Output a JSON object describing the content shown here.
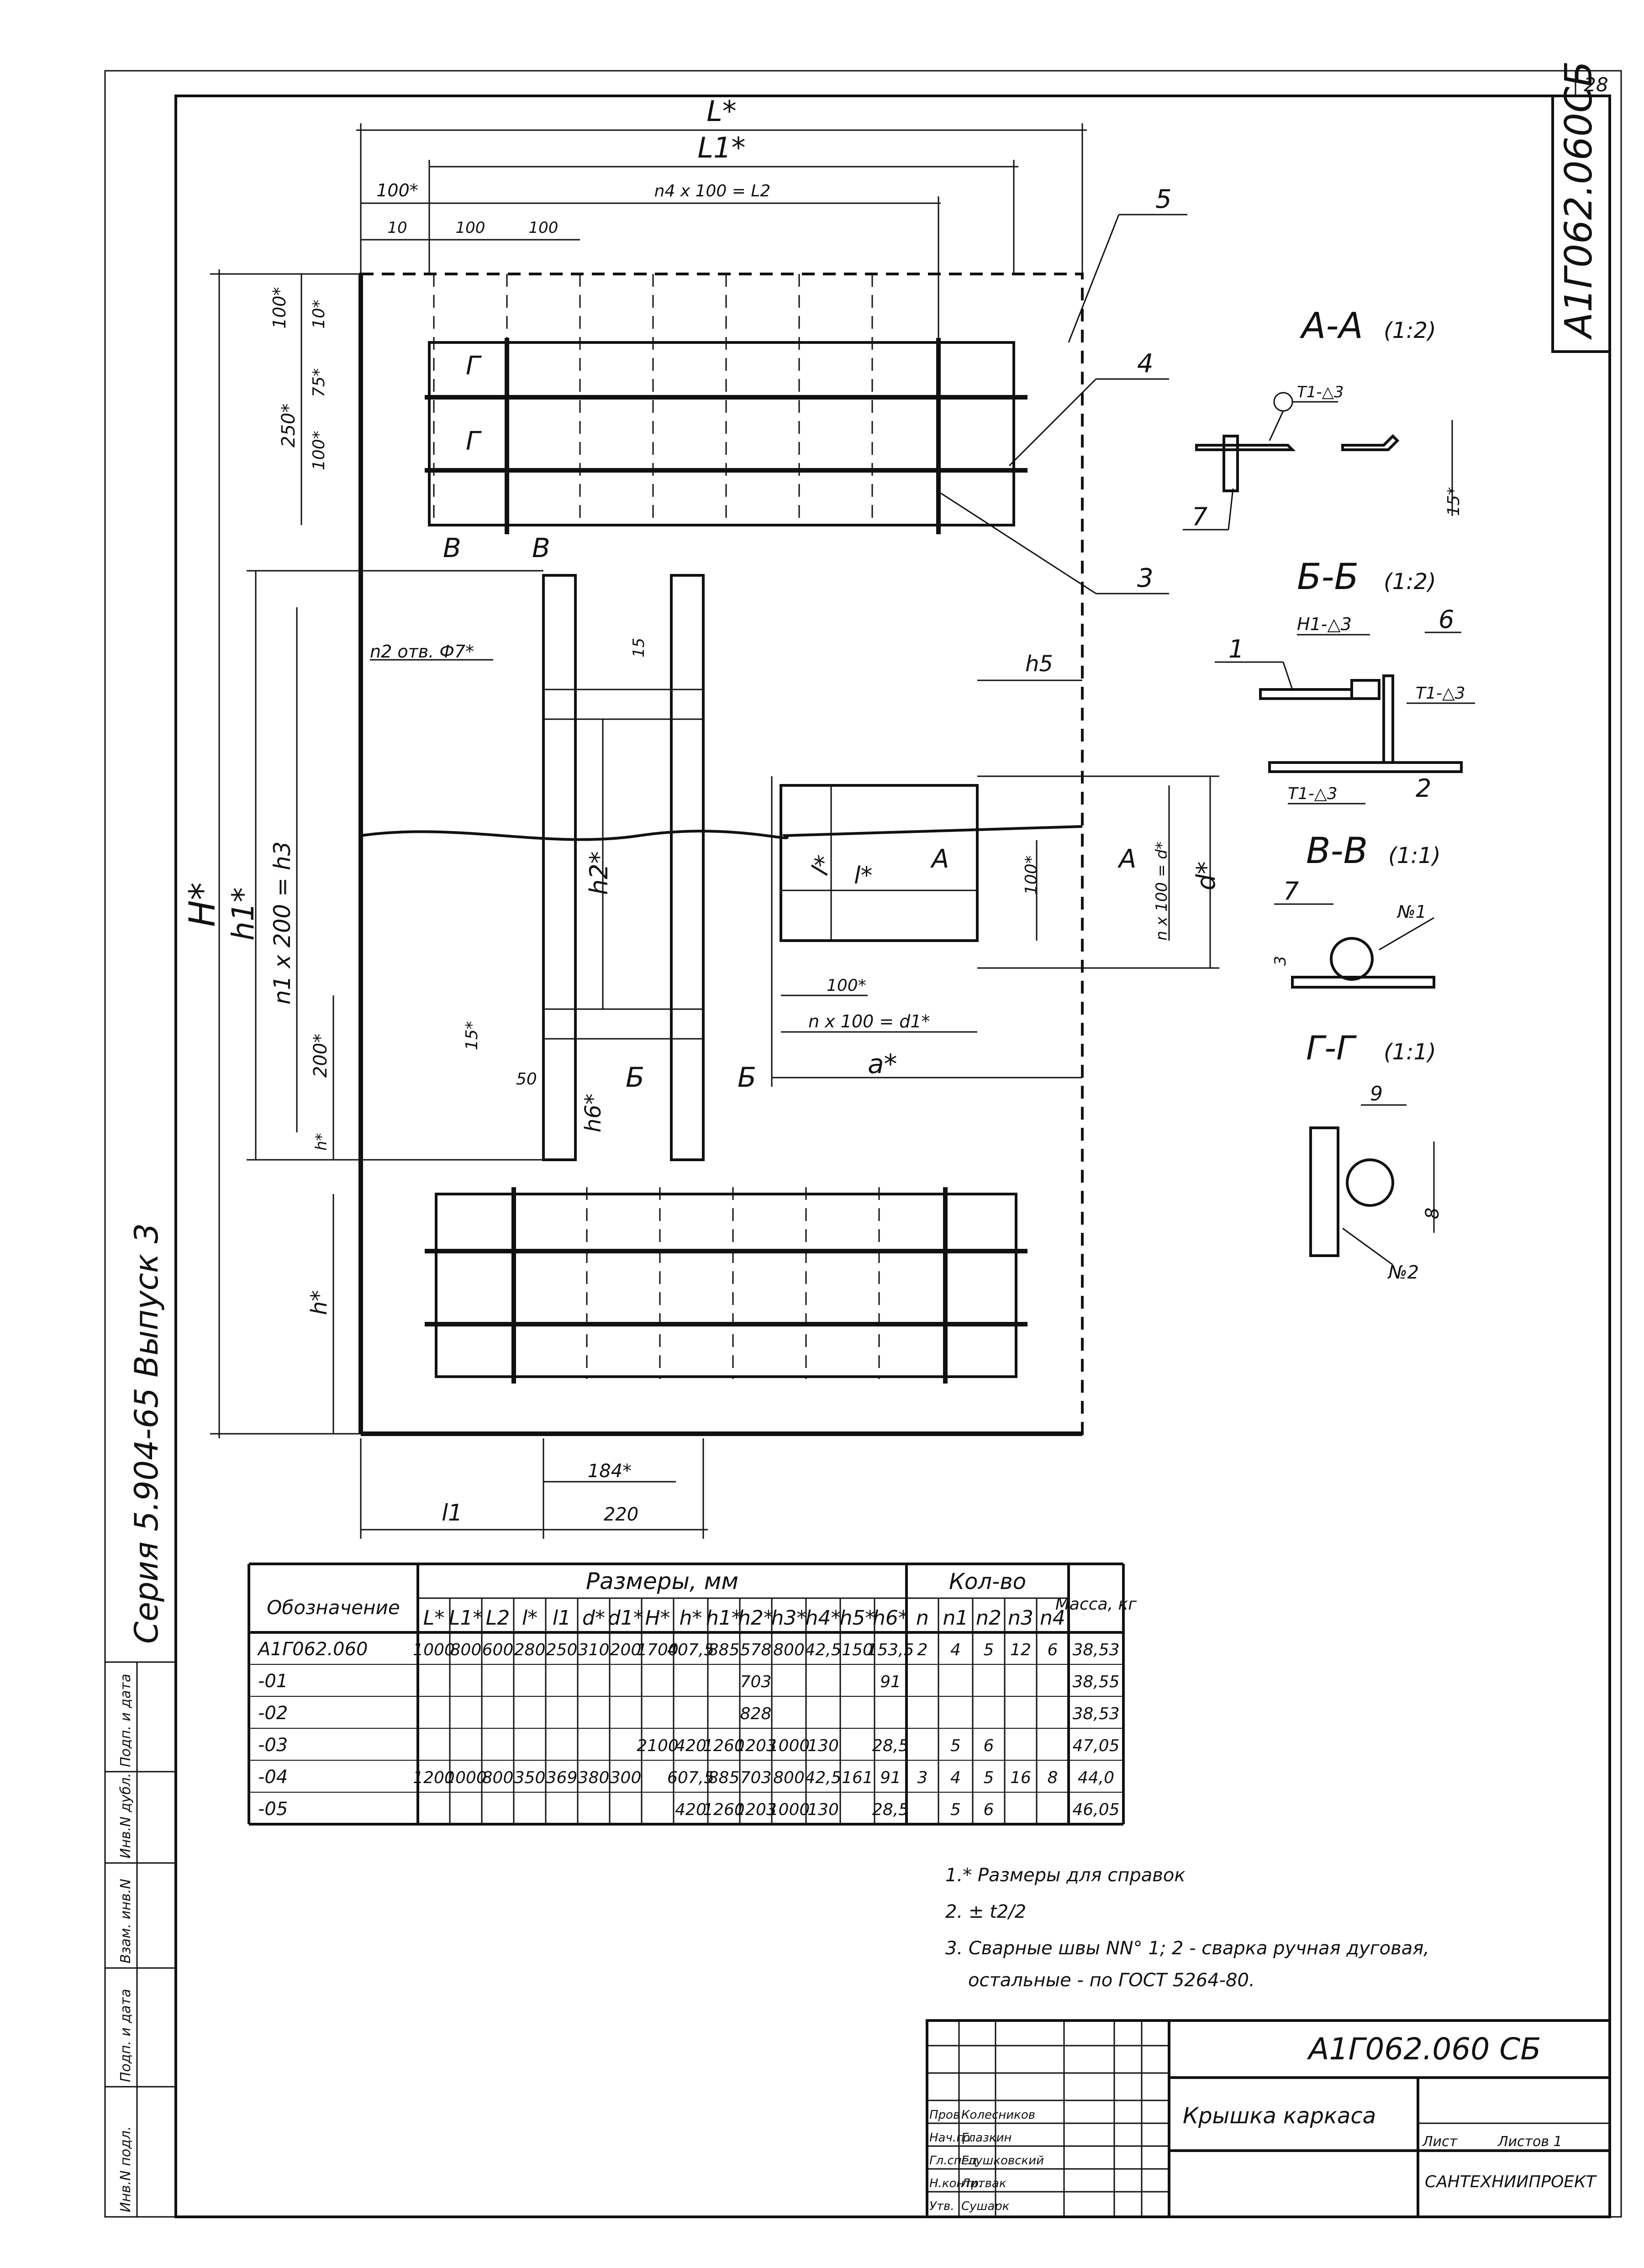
{
  "sheet": {
    "page_number": "28",
    "designation_vertical": "А1Г062.060СБ",
    "series_vertical": "Серия 5.904-65 Выпуск 3"
  },
  "plan": {
    "dims": {
      "L": "L*",
      "L1": "L1*",
      "L2": "n4 x 100 = L2",
      "d100s": "100*",
      "d10": "10",
      "d100a": "100",
      "d100b": "100",
      "H": "H*",
      "h1": "h1*",
      "h3": "n1 x 200 = h3",
      "d250": "250*",
      "d100v": "100*",
      "d10v": "10*",
      "d75v": "75*",
      "d100v2": "100*",
      "holes": "n2 отв. Ф7*",
      "d15": "15",
      "h2": "h2*",
      "h5": "h5",
      "l_star": "l*",
      "l_star2": "l*",
      "d100_small": "100*",
      "n_d": "n x 100 = d*",
      "d_star": "d*",
      "d100_bottom": "100*",
      "n_d1": "n x 100 = d1*",
      "a_star": "a*",
      "d200": "200*",
      "d15b": "15*",
      "d50": "50",
      "h6": "h6*",
      "h_small": "h*",
      "h_bottom": "h*",
      "d184": "184*",
      "l1": "l1",
      "d220": "220"
    },
    "section_marks": {
      "G": "Г",
      "V": "В",
      "A": "А",
      "B": "Б"
    },
    "callouts": [
      "5",
      "4",
      "3"
    ]
  },
  "sections": {
    "aa": {
      "title": "А-А",
      "scale": "(1:2)",
      "weld": "Т1-△3",
      "dim": "15*",
      "item": "7"
    },
    "bb": {
      "title": "Б-Б",
      "scale": "(1:2)",
      "weld1": "Н1-△3",
      "weld2": "Т1-△3",
      "weld3": "Т1-△3",
      "item1": "1",
      "item6": "6",
      "item2": "2"
    },
    "vv": {
      "title": "В-В",
      "scale": "(1:1)",
      "item": "7",
      "dim": "3",
      "weld": "№1"
    },
    "gg": {
      "title": "Г-Г",
      "scale": "(1:1)",
      "dim9": "9",
      "dim8": "8",
      "weld": "№2"
    }
  },
  "table": {
    "col_designation": "Обозначение",
    "group_sizes": "Размеры, мм",
    "group_qty": "Кол-во",
    "col_mass": "Масса, кг",
    "headers": [
      "L*",
      "L1*",
      "L2",
      "l*",
      "l1",
      "d*",
      "d1*",
      "H*",
      "h*",
      "h1*",
      "h2*",
      "h3*",
      "h4*",
      "h5*",
      "h6*",
      "n",
      "n1",
      "n2",
      "n3",
      "n4"
    ],
    "rows": [
      [
        "А1Г062.060",
        "1000",
        "800",
        "600",
        "280",
        "250",
        "310",
        "200",
        "1700",
        "407,5",
        "885",
        "578",
        "800",
        "42,5",
        "150",
        "153,5",
        "2",
        "4",
        "5",
        "12",
        "6",
        "38,53"
      ],
      [
        "-01",
        "",
        "",
        "",
        "",
        "",
        "",
        "",
        "",
        "",
        "",
        "703",
        "",
        "",
        "",
        "91",
        "",
        "",
        "",
        "",
        "",
        "38,55"
      ],
      [
        "-02",
        "",
        "",
        "",
        "",
        "",
        "",
        "",
        "",
        "",
        "",
        "828",
        "",
        "",
        "",
        "",
        "",
        "",
        "",
        "",
        "",
        "38,53"
      ],
      [
        "-03",
        "",
        "",
        "",
        "",
        "",
        "",
        "",
        "2100",
        "420",
        "1260",
        "1203",
        "1000",
        "130",
        "",
        "28,5",
        "",
        "5",
        "6",
        "",
        "",
        "47,05"
      ],
      [
        "-04",
        "1200",
        "1000",
        "800",
        "350",
        "369",
        "380",
        "300",
        "",
        "607,5",
        "885",
        "703",
        "800",
        "42,5",
        "161",
        "91",
        "3",
        "4",
        "5",
        "16",
        "8",
        "44,0"
      ],
      [
        "-05",
        "",
        "",
        "",
        "",
        "",
        "",
        "",
        "",
        "420",
        "1260",
        "1203",
        "1000",
        "130",
        "",
        "28,5",
        "",
        "5",
        "6",
        "",
        "",
        "46,05"
      ]
    ]
  },
  "notes": [
    "1.* Размеры для справок",
    "2. ± t2/2",
    "3. Сварные швы NN° 1; 2 - сварка ручная дуговая,",
    "остальные - по ГОСТ 5264-80."
  ],
  "title_block": {
    "code": "А1Г062.060 СБ",
    "name": "Крышка каркаса",
    "sheet_label": "Лист",
    "sheets_label": "Листов 1",
    "org": "САНТЕХНИИПРОЕКТ",
    "roles": [
      "Пров",
      "Нач.гр.",
      "Гл.спец.",
      "Н.контр.",
      "Утв."
    ],
    "names": [
      "Колесников",
      "Глазкин",
      "Глушковский",
      "Литвак",
      "Сушарк"
    ]
  },
  "left_strip": [
    "Инв.N подл.",
    "Подп. и дата",
    "Взам. инв.N",
    "Инв.N дубл.",
    "Подп. и дата"
  ]
}
